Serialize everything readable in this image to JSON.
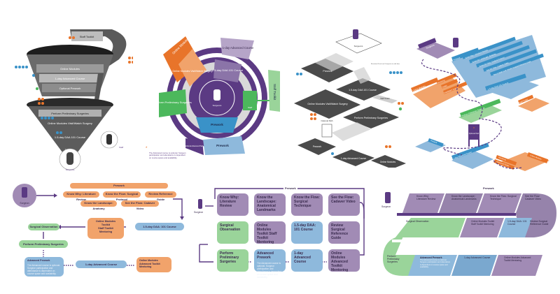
{
  "colors": {
    "purple": "#5b3a83",
    "lavender": "#a18bb5",
    "orange": "#e8742a",
    "light_orange": "#f1a36b",
    "blue": "#3a92c8",
    "light_blue": "#8eb9dc",
    "green": "#4cb85c",
    "light_green": "#9ad49a",
    "dark_gray": "#4a4a4a",
    "mid_gray": "#8a8a8a",
    "light_gray": "#cfcfcf"
  },
  "funnel": {
    "top": [
      "Staff Toolkit"
    ],
    "upper_layers": [
      "Online Modules",
      "1-day Advanced Course",
      "Optional Prework"
    ],
    "lower_layers": [
      "Perform Preliminary Surgeries",
      "Online Modules Visit/Watch Surgery",
      "1.5-day DAA 101 Course",
      "Prework"
    ],
    "staff_label": "Staff",
    "surgeon_label": "Surgeons"
  },
  "circle": {
    "outer_top": "1-day Advanced Course",
    "inner_top": "1.5-day DAA 101 Course",
    "online_modules": "Online Modules",
    "online_modules_inner": "Online Modules Visit/Watch Surgery",
    "perform": "Perform Preliminary Surgeries",
    "center": "Surgeons",
    "prework_inner": "Prework",
    "prework_outer": "Prework",
    "staff_toolkit": "Staff Toolkit",
    "staff": "Staff",
    "optional": "Optional Advanced Path",
    "footnote": "The Advanced course is optional. Surgeon participation and attendance is dependent on course space and availability."
  },
  "iso_gray": {
    "surgeons": "Surgeons",
    "tiles": [
      "Prework",
      "1.5-day DAA 101 Course",
      "Online Modules Visit/Watch Surgery",
      "Perform Preliminary Surgeries",
      "Prework",
      "1-day Advanced Course",
      "Online Modules"
    ],
    "staff_toolkit": "Staff Toolkit",
    "optional_path": "Optional Path",
    "illustrated_note": "Illustrated Desk and Computer to add later"
  },
  "iso_color": {
    "surgeons": "Surgeons",
    "prework": "Prework",
    "prework_items": [
      "Know Why: Literature Review",
      "Know the Landscape: Anatomy",
      "Know the Flow: Surgical Protocol",
      "See the Flow: Cadaver Video",
      "See in Depth Look: Review Surgical Reference Guide"
    ],
    "course_101": "1.5-day DAA 101 Course",
    "online_modules": "Online Modules",
    "online_items": [
      "Mentoring",
      "Toolkit",
      "Visit/Watch Surgery"
    ],
    "staff_toolkit": "Staff Toolkit",
    "perform": "Perform Preliminary Surgeries",
    "optional_path": "Optional Path",
    "prework2": "Prework",
    "advanced": "1-day Advanced Course",
    "online2": "Online Modules",
    "online2_items": [
      "Mentoring",
      "Advanced Toolkit"
    ]
  },
  "flow1": {
    "surgeon": "Surgeon",
    "prework_header": "Prework",
    "prework_items": [
      "Know Why: Literature Review",
      "Know the Flow: Surgical Protocol",
      "Review Reference Guide",
      "Know the Landscape: Anatomy",
      "See the Flow: Cadaver Video"
    ],
    "course_101": "1.5-day DAA: 101 Course",
    "online_modules": [
      "Online Modules",
      "Toolkit",
      "Staff Toolkit",
      "Mentoring"
    ],
    "surgical_observation": "Surgical Observation",
    "perform": "Perform Preliminary Surgeries",
    "advanced_prework": "Advanced Prework",
    "advanced_note": "The Advanced course is optional. Surgeon participation and attendance is dependent on course space and availability.",
    "advanced_course": "1-day Advanced Course",
    "online_advanced": [
      "Online Modules",
      "Advanced Toolkit",
      "Mentoring"
    ]
  },
  "flow2": {
    "surgeon": "Surgeon",
    "prework_header": "Prework",
    "row1": [
      "Know Why: Literature Review",
      "Know the Landscape: Anatomical Landmarks",
      "Know the Flow: Surgical Technique",
      "See the Flow: Cadaver Video"
    ],
    "row2": [
      "Surgical Observation",
      "Online Modules Toolkit Staff Toolkit Mentoring",
      "1.5-day DAA: 101 Course",
      "Review Surgical Reference Guide"
    ],
    "row3": [
      "Perform Preliminary Surgeries",
      "Advanced Prework",
      "1-day Advanced Course",
      "Online Modules Advanced Toolkit Mentoring"
    ],
    "advanced_note": "The Advanced course is optional. Surgeon participation and attendance is dependent on course space and availability."
  },
  "flow3": {
    "surgeon": "Surgeon",
    "prework_header": "Prework",
    "row1": [
      "Know Why: Literature Review",
      "Know the Landscape: Anatomical Landmarks",
      "Know the Flow: Surgical Technique",
      "See the Flow: Cadaver Video"
    ],
    "turn1": "Review Surgical Reference Guide",
    "row2": [
      "Surgical Observation",
      "Online Modules Toolkit Staff Toolkit Mentoring",
      "1.5-day DAA: 101 Course"
    ],
    "turn2": "Perform Preliminary Surgeries",
    "row3": [
      "Advanced Prework",
      "1-day Advanced Course",
      "Online Modules Advanced Toolkit Mentoring"
    ],
    "advanced_note": "The Advanced course is optional. Surgeon participation and attendance is dependent on course space and availability."
  }
}
